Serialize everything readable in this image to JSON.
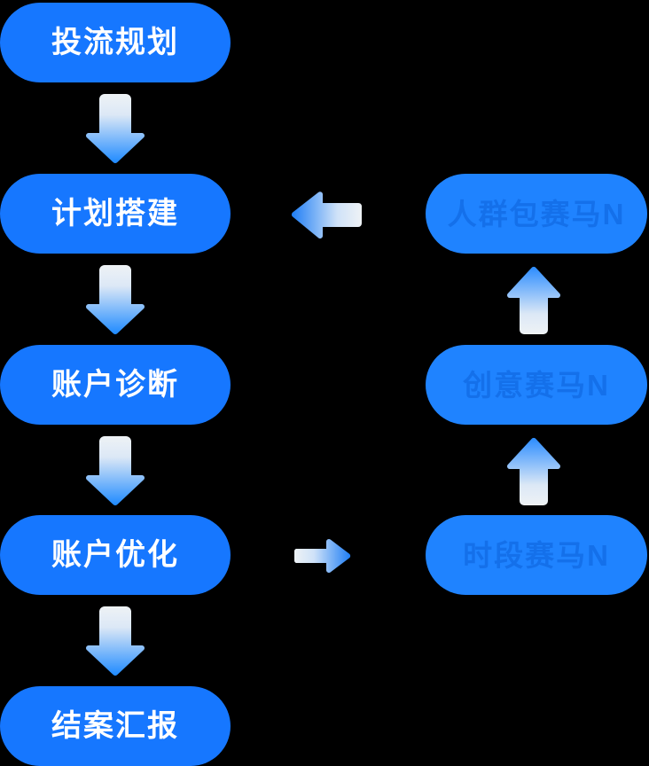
{
  "diagram": {
    "title": "投流运营流程图",
    "background_color": "#000000",
    "node_color": "#1677ff",
    "node_secondary_color": "#1f83ff",
    "node_text_color": "#ffffff",
    "node_secondary_text_color": "#1470ea",
    "arrow_gradient_from": "#e9eef3",
    "arrow_gradient_to": "#1e8aff"
  },
  "main_flow": {
    "steps": [
      {
        "id": "step-1",
        "label": "投流规划"
      },
      {
        "id": "step-2",
        "label": "计划搭建"
      },
      {
        "id": "step-3",
        "label": "账户诊断"
      },
      {
        "id": "step-4",
        "label": "账户优化"
      },
      {
        "id": "step-5",
        "label": "结案汇报"
      }
    ],
    "connectors": [
      {
        "id": "arrow-step-1-to-2",
        "direction": "down"
      },
      {
        "id": "arrow-step-2-to-3",
        "direction": "down"
      },
      {
        "id": "arrow-step-3-to-4",
        "direction": "down"
      },
      {
        "id": "arrow-step-4-to-5",
        "direction": "down"
      }
    ]
  },
  "test_flow": {
    "steps": [
      {
        "id": "test-1",
        "label": "人群包赛马N"
      },
      {
        "id": "test-2",
        "label": "创意赛马N"
      },
      {
        "id": "test-3",
        "label": "时段赛马N"
      }
    ],
    "connectors": [
      {
        "id": "arrow-test-2-to-1",
        "direction": "up"
      },
      {
        "id": "arrow-test-3-to-2",
        "direction": "up"
      }
    ]
  },
  "cross_connectors": [
    {
      "id": "arrow-test-to-plan",
      "direction": "left"
    },
    {
      "id": "arrow-optimize-to-test",
      "direction": "right"
    }
  ]
}
